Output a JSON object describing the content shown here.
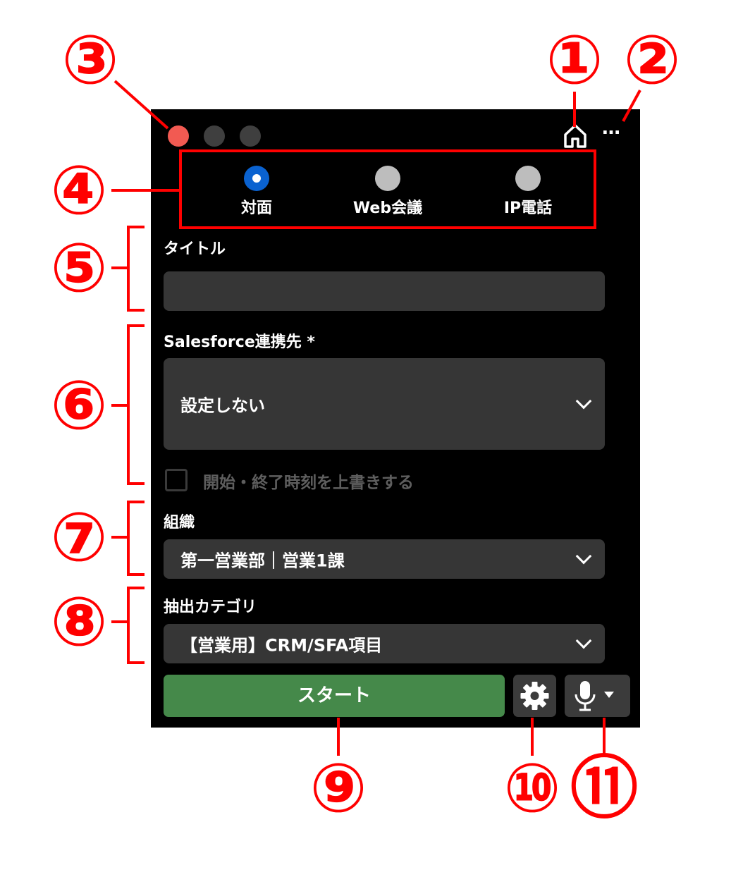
{
  "window": {
    "controls": [
      "close",
      "minimize",
      "maximize"
    ],
    "home_icon": "home-icon",
    "more_icon": "more-icon",
    "more_label": "…"
  },
  "modes": {
    "options": [
      {
        "label": "対面",
        "selected": true
      },
      {
        "label": "Web会議",
        "selected": false
      },
      {
        "label": "IP電話",
        "selected": false
      }
    ]
  },
  "title_field": {
    "label": "タイトル",
    "value": ""
  },
  "salesforce": {
    "label": "Salesforce連携先",
    "required_mark": "*",
    "value": "設定しない"
  },
  "override_time": {
    "label": "開始・終了時刻を上書きする",
    "checked": false
  },
  "organization": {
    "label": "組織",
    "value": "第一営業部｜営業1課"
  },
  "category": {
    "label": "抽出カテゴリ",
    "value": "【営業用】CRM/SFA項目"
  },
  "actions": {
    "start_label": "スタート",
    "settings_icon": "gear-icon",
    "mic_icon": "microphone-icon"
  },
  "callouts": [
    "①",
    "②",
    "③",
    "④",
    "⑤",
    "⑥",
    "⑦",
    "⑧",
    "⑨",
    "⑩",
    "⑪"
  ],
  "colors": {
    "accent": "#0a62d0",
    "start": "#45894a",
    "annotation": "#ff0000",
    "close": "#f25a52"
  }
}
